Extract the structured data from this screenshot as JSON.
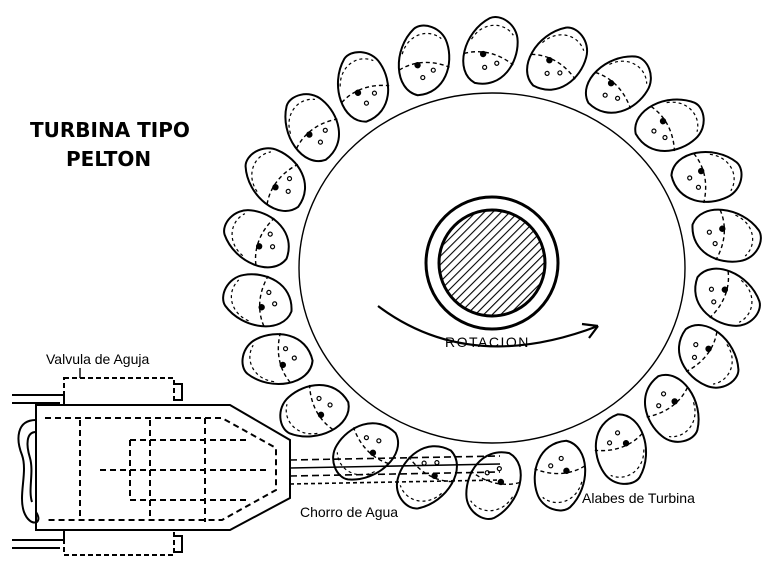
{
  "title_line1": "TURBINA TIPO",
  "title_line2": "PELTON",
  "labels": {
    "rotation": "ROTACION",
    "needle_valve": "Valvula de Aguja",
    "water_jet": "Chorro de Agua",
    "turbine_blades": "Alabes de Turbina"
  },
  "diagram": {
    "bucket_count": 22,
    "ink_color": "#000000",
    "hub_hatch": "diagonal"
  }
}
